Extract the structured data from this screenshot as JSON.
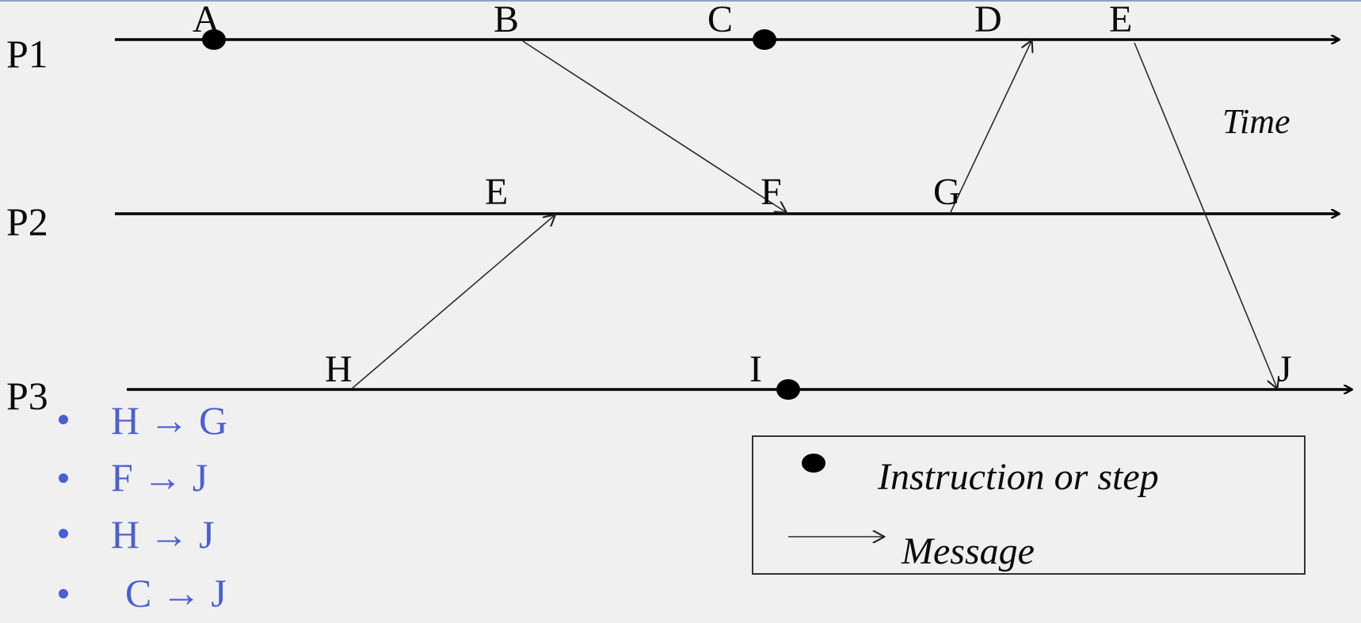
{
  "processes": [
    {
      "label": "P1"
    },
    {
      "label": "P2"
    },
    {
      "label": "P3"
    }
  ],
  "events": {
    "p1": [
      "A",
      "B",
      "C",
      "D",
      "E"
    ],
    "p2": [
      "E",
      "F",
      "G"
    ],
    "p3": [
      "H",
      "I",
      "J"
    ]
  },
  "time_label": "Time",
  "legend": {
    "step_label": "Instruction or step",
    "message_label": "Message"
  },
  "bullets": [
    {
      "from": "H",
      "arrow": "→",
      "to": "G"
    },
    {
      "from": "F",
      "arrow": "→",
      "to": "J"
    },
    {
      "from": "H",
      "arrow": "→",
      "to": "J"
    },
    {
      "from": "C",
      "arrow": "→",
      "to": "J"
    }
  ]
}
